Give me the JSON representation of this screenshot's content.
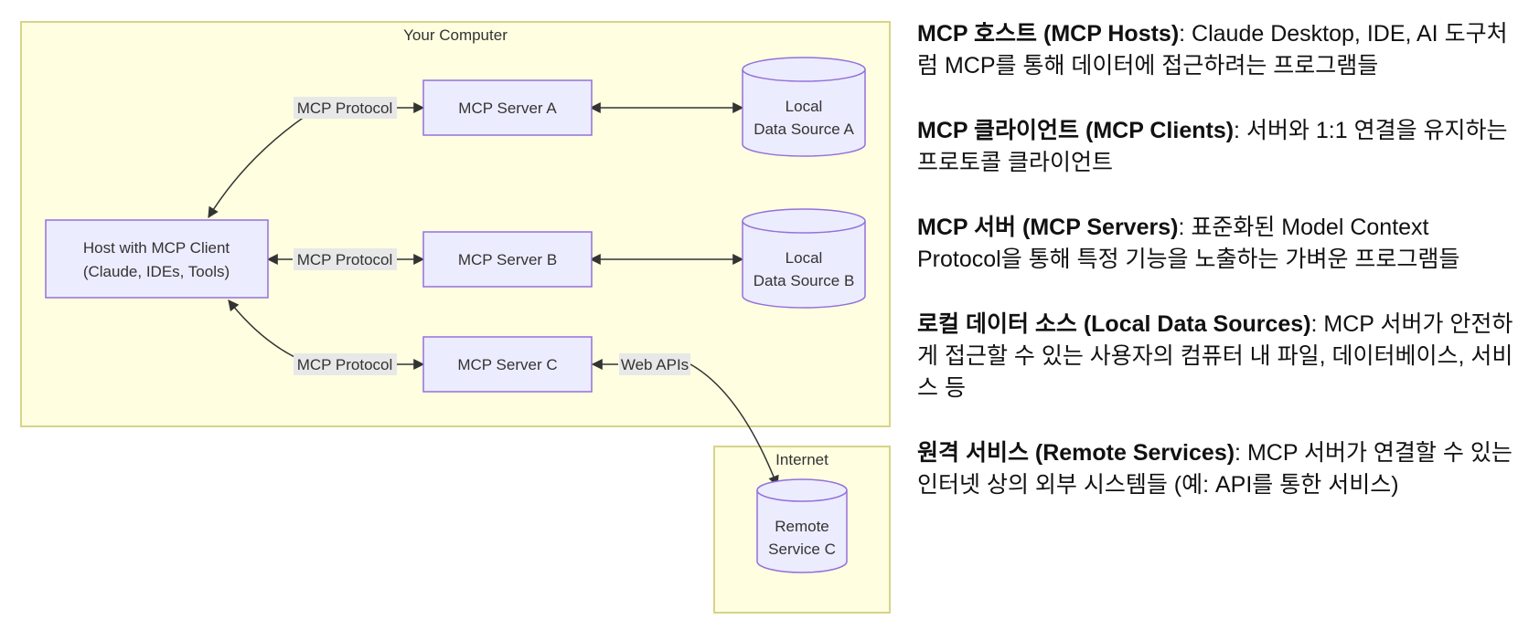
{
  "diagram": {
    "groups": {
      "computer": "Your Computer",
      "internet": "Internet"
    },
    "nodes": {
      "host_line1": "Host with MCP Client",
      "host_line2": "(Claude, IDEs, Tools)",
      "server_a": "MCP Server A",
      "server_b": "MCP Server B",
      "server_c": "MCP Server C",
      "local_a_line1": "Local",
      "local_a_line2": "Data Source A",
      "local_b_line1": "Local",
      "local_b_line2": "Data Source B",
      "remote_line1": "Remote",
      "remote_line2": "Service C"
    },
    "edges": {
      "protocol_a": "MCP Protocol",
      "protocol_b": "MCP Protocol",
      "protocol_c": "MCP Protocol",
      "web_apis": "Web APIs"
    },
    "colors": {
      "group_fill": "#fffee0",
      "group_stroke": "#d6d48a",
      "node_fill": "#ececff",
      "node_stroke": "#9370db",
      "edge": "#333333"
    }
  },
  "legend": [
    {
      "term": "MCP 호스트 (MCP Hosts)",
      "desc": ": Claude Desktop, IDE, AI 도구처럼 MCP를 통해 데이터에 접근하려는 프로그램들"
    },
    {
      "term": "MCP 클라이언트 (MCP Clients)",
      "desc": ": 서버와 1:1 연결을 유지하는 프로토콜 클라이언트"
    },
    {
      "term": "MCP 서버 (MCP Servers)",
      "desc": ": 표준화된 Model Context Protocol을 통해 특정 기능을 노출하는 가벼운 프로그램들"
    },
    {
      "term": "로컬 데이터 소스 (Local Data Sources)",
      "desc": ": MCP 서버가 안전하게 접근할 수 있는 사용자의 컴퓨터 내 파일, 데이터베이스, 서비스 등"
    },
    {
      "term": "원격 서비스 (Remote Services)",
      "desc": ": MCP 서버가 연결할 수 있는 인터넷 상의 외부 시스템들 (예: API를 통한 서비스)"
    }
  ]
}
